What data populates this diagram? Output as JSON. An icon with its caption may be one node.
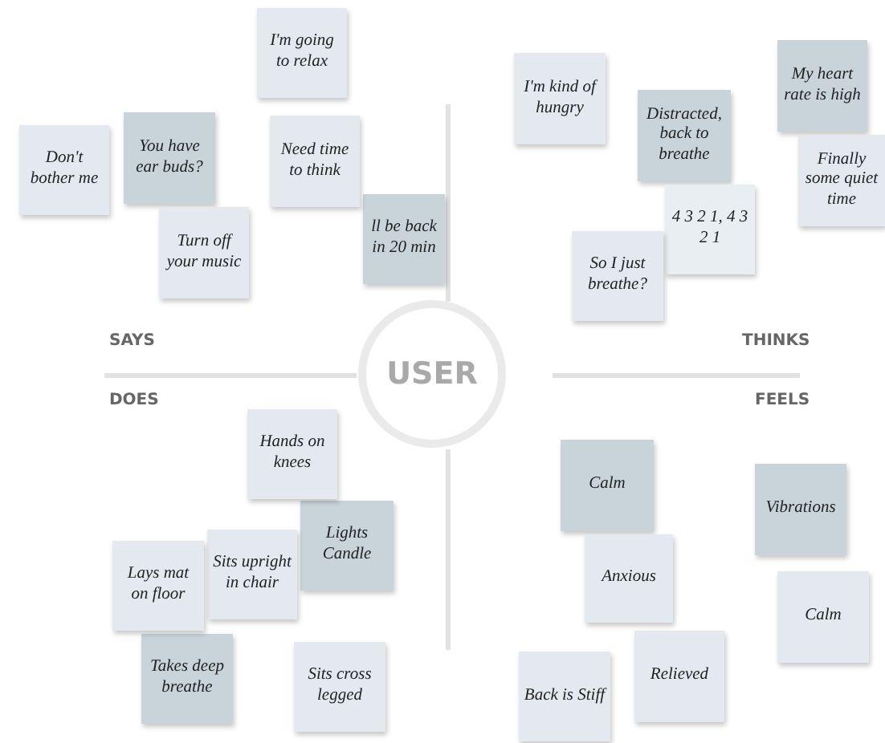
{
  "diagram": {
    "nodes": [
      {
        "text": [
          "USER"
        ]
      },
      {
        "text": [
          "I'm going to relax"
        ]
      },
      {
        "text": [
          "Don't bother me"
        ]
      },
      {
        "text": [
          "You have ear buds?"
        ]
      },
      {
        "text": [
          "Turn off your music"
        ]
      },
      {
        "text": [
          "ll be back in 20 min"
        ]
      },
      {
        "text": [
          "Need time to think"
        ]
      },
      {
        "text": [
          "I'm kind of hungry"
        ]
      },
      {
        "text": [
          "Distracted, back to breathe"
        ]
      },
      {
        "text": [
          "My heart rate is high"
        ]
      },
      {
        "text": [
          "Finally some quiet time"
        ]
      },
      {
        "text": [
          "4 3 2 1, 4 3 2 1"
        ]
      },
      {
        "text": [
          "So I just breathe?"
        ]
      },
      {
        "text": [
          "Hands on knees"
        ]
      },
      {
        "text": [
          "Lights Candle"
        ]
      },
      {
        "text": [
          "Sits upright in chair"
        ]
      },
      {
        "text": [
          "Lays mat on floor"
        ]
      },
      {
        "text": [
          "Takes deep breathe"
        ]
      },
      {
        "text": [
          "Sits cross legged"
        ]
      },
      {
        "text": [
          "Calm"
        ]
      },
      {
        "text": [
          "Anxious"
        ]
      },
      {
        "text": [
          "Vibrations"
        ]
      },
      {
        "text": [
          "Calm"
        ]
      },
      {
        "text": [
          "Back is Stiff"
        ]
      },
      {
        "text": [
          "Relieved"
        ]
      }
    ],
    "labels": [
      "SAYS",
      "THINKS",
      "DOES",
      "FEELS"
    ]
  }
}
